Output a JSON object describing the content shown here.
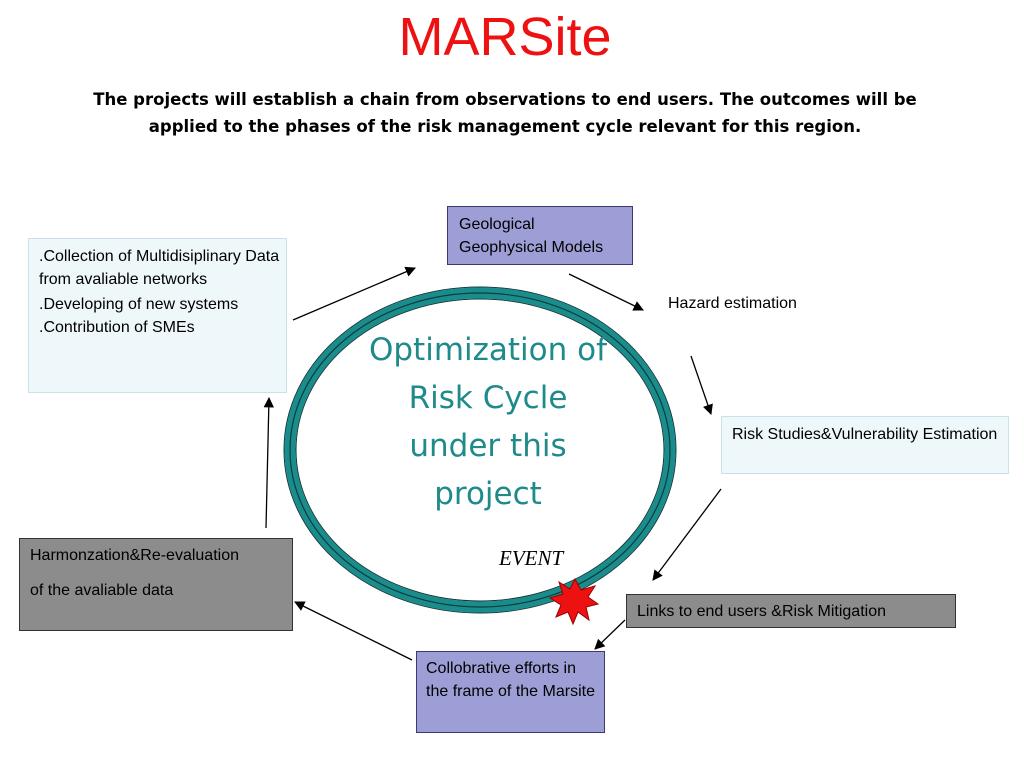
{
  "title": "MARSite",
  "subtitle": "The projects will establish a chain from observations to end users. The outcomes will be applied to the phases of the risk management cycle relevant for this region.",
  "center_text": "Optimization of Risk Cycle under this project",
  "event_label": "EVENT",
  "hazard_label": "Hazard estimation",
  "boxes": {
    "geo": [
      "Geological",
      "Geophysical Models"
    ],
    "collection": [
      ".Collection of Multidisiplinary Data from avaliable networks",
      ".Developing of new systems",
      ".Contribution of SMEs"
    ],
    "risk": [
      "Risk Studies&Vulnerability Estimation"
    ],
    "links": "Links to end users &Risk Mitigation",
    "collab": [
      "Collobrative efforts in the frame of the Marsite"
    ],
    "harmonization": [
      "Harmonzation&Re-evaluation",
      "of the avaliable data"
    ]
  },
  "colors": {
    "title": "#ee1111",
    "center_text": "#1f8a8a",
    "ring": "#1a8c8c",
    "event_burst": "#ee1111",
    "box_blue": "#9d9ed6",
    "box_light": "#eef7f9",
    "box_gray": "#8c8c8c"
  }
}
